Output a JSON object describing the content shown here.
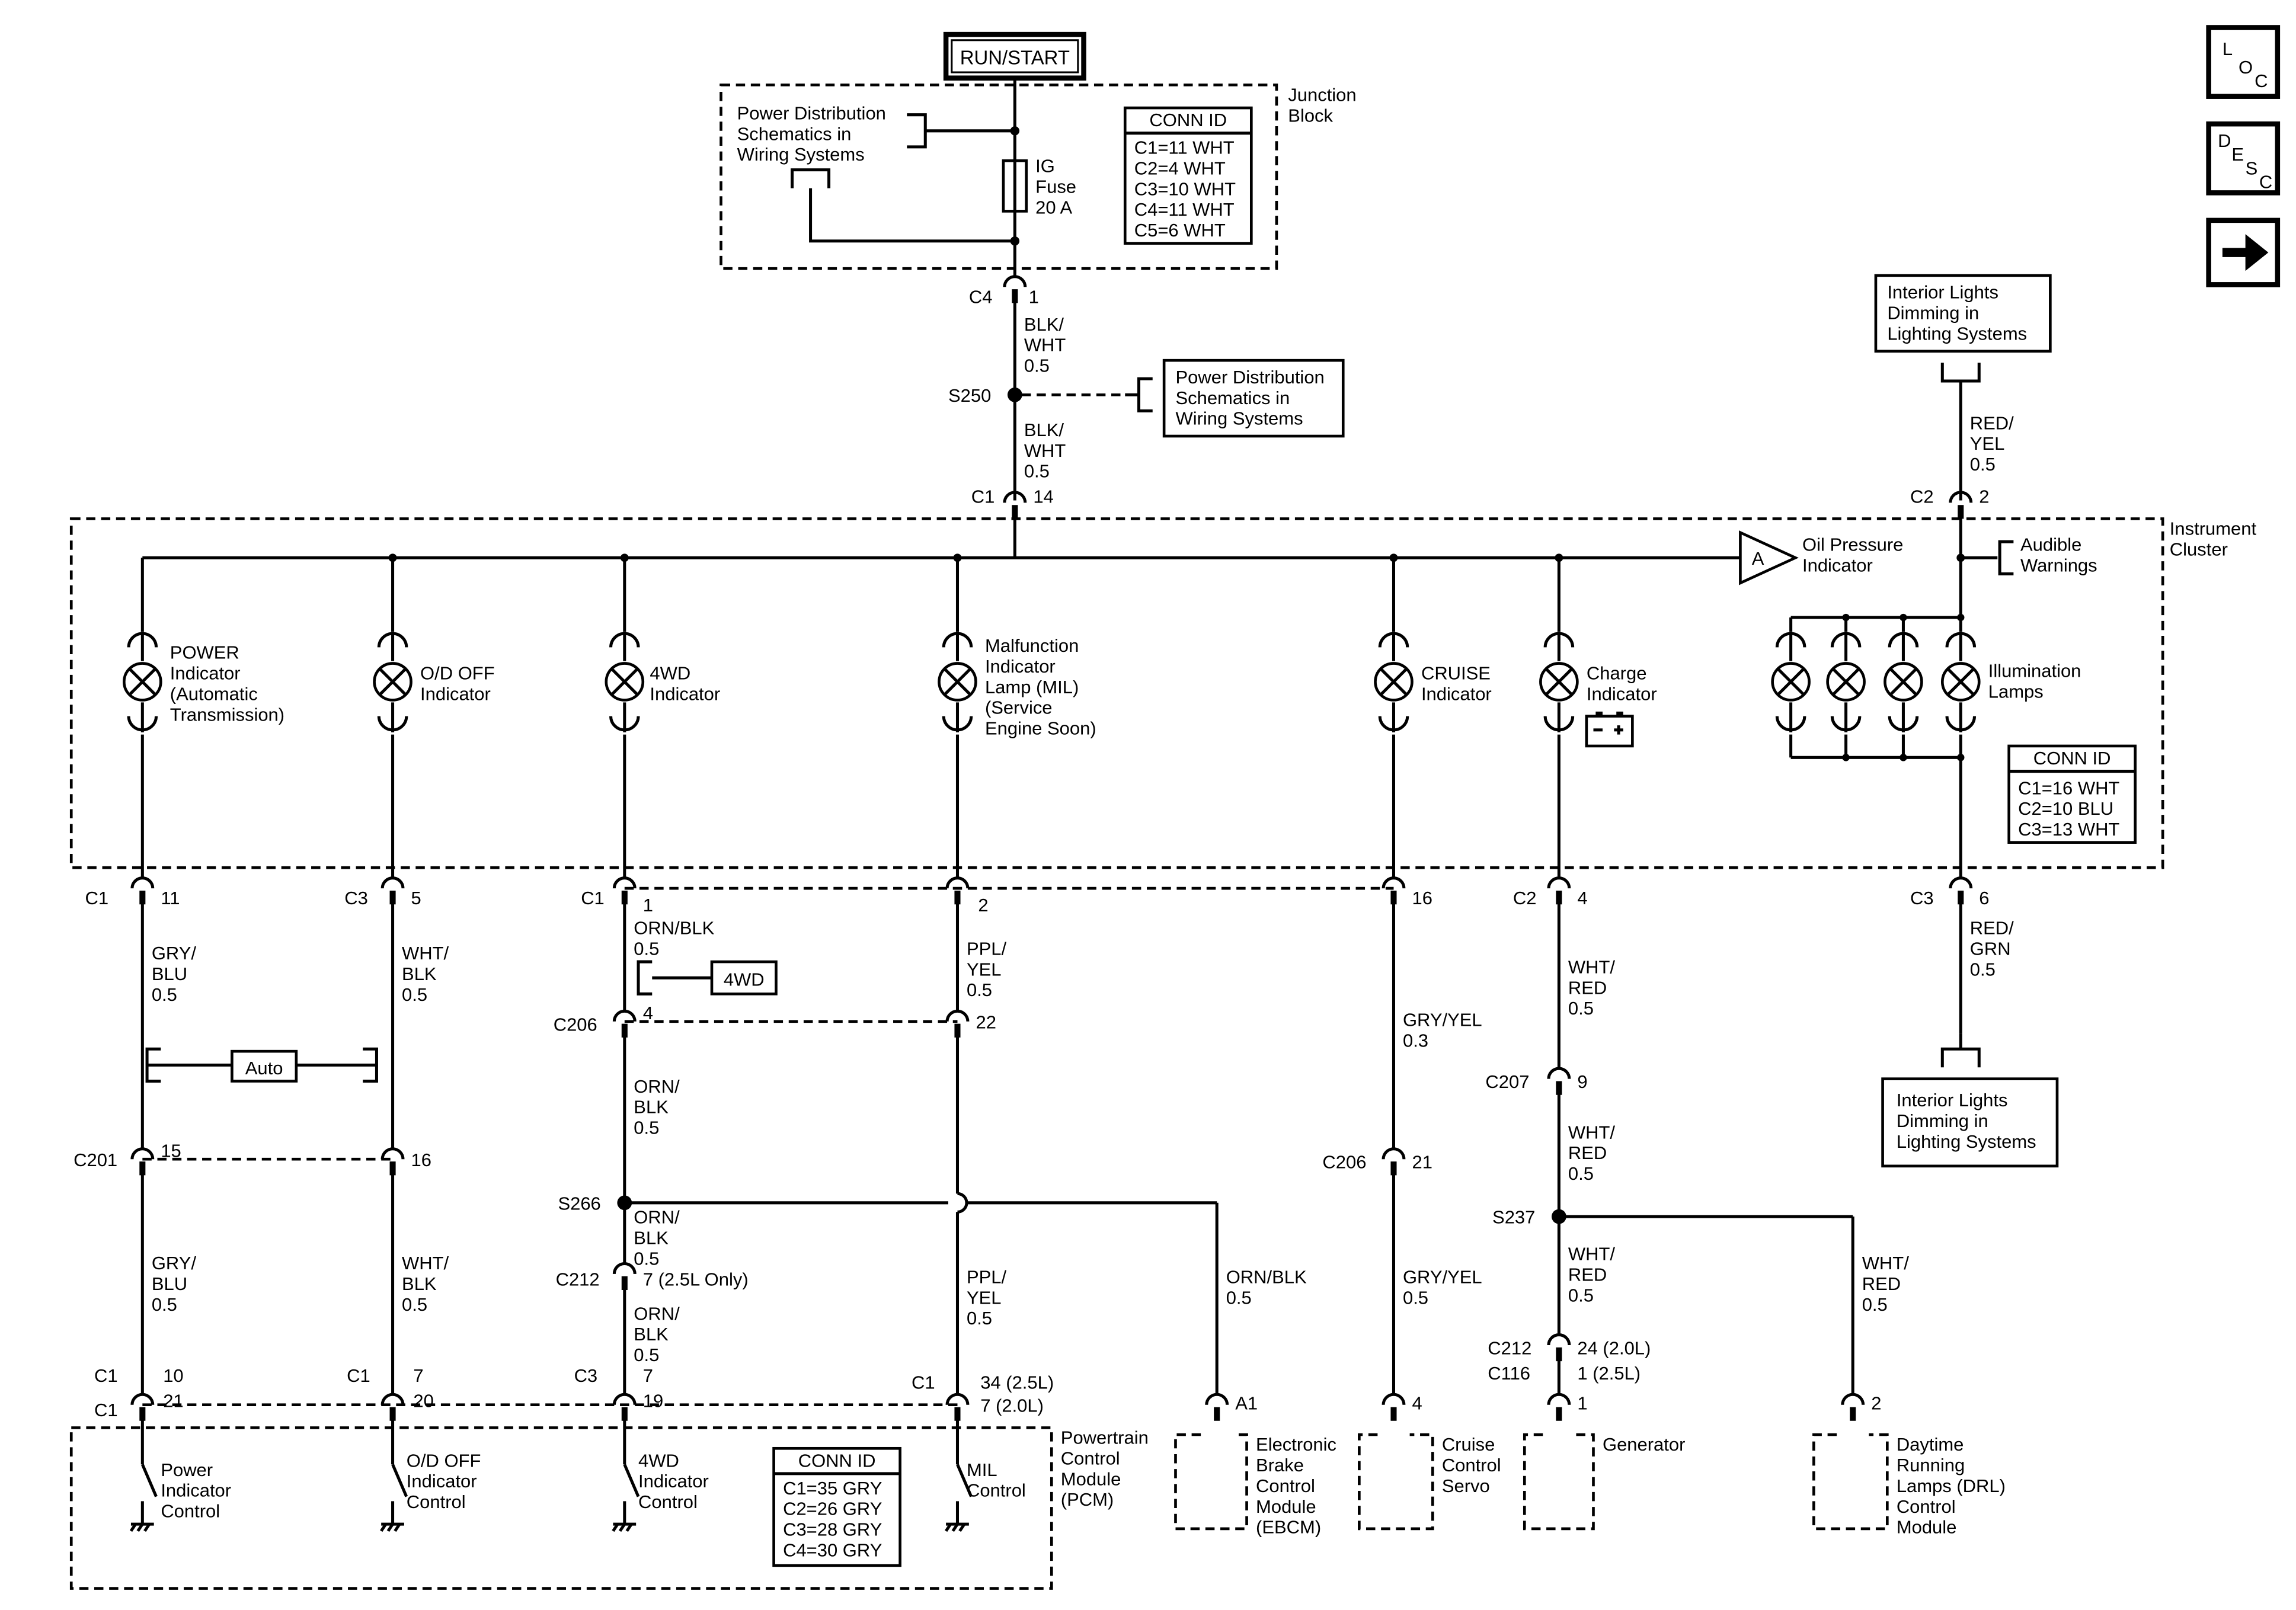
{
  "nav": {
    "loc": [
      "L",
      "O",
      "C"
    ],
    "desc": [
      "D",
      "E",
      "S",
      "C"
    ]
  },
  "power": {
    "title": "RUN/START"
  },
  "junction_block": {
    "label": [
      "Junction",
      "Block"
    ],
    "ref": [
      "Power Distribution",
      "Schematics in",
      "Wiring Systems"
    ],
    "fuse": [
      "IG",
      "Fuse",
      "20 A"
    ],
    "conn_title": "CONN ID",
    "conn": [
      "C1=11 WHT",
      "C2=4 WHT",
      "C3=10 WHT",
      "C4=11 WHT",
      "C5=6 WHT"
    ]
  },
  "feed": {
    "c4": "C4",
    "c4_pin": "1",
    "wire1": [
      "BLK/",
      "WHT",
      "0.5"
    ],
    "splice": "S250",
    "ref": [
      "Power Distribution",
      "Schematics in",
      "Wiring Systems"
    ],
    "wire2": [
      "BLK/",
      "WHT",
      "0.5"
    ],
    "c1": "C1",
    "c1_pin": "14"
  },
  "dimming_top": {
    "ref": [
      "Interior Lights",
      "Dimming in",
      "Lighting Systems"
    ],
    "wire": [
      "RED/",
      "YEL",
      "0.5"
    ],
    "c2": "C2",
    "c2_pin": "2"
  },
  "cluster": {
    "label": [
      "Instrument",
      "Cluster"
    ],
    "oil": {
      "letter": "A",
      "label": [
        "Oil Pressure",
        "Indicator"
      ]
    },
    "audible": [
      "Audible",
      "Warnings"
    ],
    "lamps": {
      "power": [
        "POWER",
        "Indicator",
        "(Automatic",
        "Transmission)"
      ],
      "od": [
        "O/D OFF",
        "Indicator"
      ],
      "fourwd": [
        "4WD",
        "Indicator"
      ],
      "mil": [
        "Malfunction",
        "Indicator",
        "Lamp (MIL)",
        "(Service",
        "Engine Soon)"
      ],
      "cruise": [
        "CRUISE",
        "Indicator"
      ],
      "charge": [
        "Charge",
        "Indicator"
      ],
      "illum": [
        "Illumination",
        "Lamps"
      ]
    },
    "conn_title": "CONN ID",
    "conn": [
      "C1=16 WHT",
      "C2=10 BLU",
      "C3=13 WHT"
    ]
  },
  "circuits": {
    "power": {
      "c_top": "C1",
      "pin_top": "11",
      "wire1": [
        "GRY/",
        "BLU",
        "0.5"
      ],
      "c201": "C201",
      "c201_pin": "15",
      "wire2": [
        "GRY/",
        "BLU",
        "0.5"
      ],
      "pcm_c_a": "C1",
      "pcm_pin_a": "10",
      "pcm_c_b": "C1",
      "pcm_pin_b": "21"
    },
    "auto": "Auto",
    "od": {
      "c_top": "C3",
      "pin_top": "5",
      "wire1": [
        "WHT/",
        "BLK",
        "0.5"
      ],
      "c201_pin": "16",
      "wire2": [
        "WHT/",
        "BLK",
        "0.5"
      ],
      "pcm_c_a": "C1",
      "pcm_pin_a": "7",
      "pcm_pin_b": "20"
    },
    "fourwd": {
      "c_top": "C1",
      "pin_top": "1",
      "wire1": [
        "ORN/BLK",
        "0.5"
      ],
      "opt": "4WD",
      "c206": "C206",
      "c206_pin": "4",
      "wire2": [
        "ORN/",
        "BLK",
        "0.5"
      ],
      "s266": "S266",
      "wire3": [
        "ORN/",
        "BLK",
        "0.5"
      ],
      "c212": "C212",
      "c212_pin": "7 (2.5L Only)",
      "wire4": [
        "ORN/",
        "BLK",
        "0.5"
      ],
      "pcm_c": "C3",
      "pcm_pin_a": "7",
      "pcm_pin_b": "19"
    },
    "mil": {
      "pin_top": "2",
      "wire1": [
        "PPL/",
        "YEL",
        "0.5"
      ],
      "c206_pin": "22",
      "wire2": [
        "PPL/",
        "YEL",
        "0.5"
      ],
      "pcm_c": "C1",
      "pcm_pin_a": "34 (2.5L)",
      "pcm_pin_b": "7 (2.0L)"
    },
    "ebcm": {
      "wire": [
        "ORN/BLK",
        "0.5"
      ],
      "pin": "A1"
    },
    "cruise": {
      "pin_top": "16",
      "wire1": [
        "GRY/YEL",
        "0.3"
      ],
      "c206": "C206",
      "c206_pin": "21",
      "wire2": [
        "GRY/YEL",
        "0.5"
      ],
      "pin_bot": "4"
    },
    "charge": {
      "c_top": "C2",
      "pin_top": "4",
      "wire1": [
        "WHT/",
        "RED",
        "0.5"
      ],
      "c207": "C207",
      "c207_pin": "9",
      "wire2": [
        "WHT/",
        "RED",
        "0.5"
      ],
      "s237": "S237",
      "wire3": [
        "WHT/",
        "RED",
        "0.5"
      ],
      "c212": "C212",
      "c212_pin": "24 (2.0L)",
      "c116": "C116",
      "c116_pin": "1 (2.5L)",
      "pin_bot": "1"
    },
    "drl": {
      "wire": [
        "WHT/",
        "RED",
        "0.5"
      ],
      "pin": "2"
    },
    "illum": {
      "c_top": "C3",
      "pin_top": "6",
      "wire": [
        "RED/",
        "GRN",
        "0.5"
      ]
    }
  },
  "dimming_bottom": {
    "ref": [
      "Interior Lights",
      "Dimming in",
      "Lighting Systems"
    ]
  },
  "pcm": {
    "label": [
      "Powertrain",
      "Control",
      "Module",
      "(PCM)"
    ],
    "controls": {
      "power": [
        "Power",
        "Indicator",
        "Control"
      ],
      "od": [
        "O/D OFF",
        "Indicator",
        "Control"
      ],
      "fourwd": [
        "4WD",
        "Indicator",
        "Control"
      ],
      "mil": [
        "MIL",
        "Control"
      ]
    },
    "conn_title": "CONN ID",
    "conn": [
      "C1=35 GRY",
      "C2=26 GRY",
      "C3=28 GRY",
      "C4=30 GRY"
    ]
  },
  "modules": {
    "ebcm": [
      "Electronic",
      "Brake",
      "Control",
      "Module",
      "(EBCM)"
    ],
    "cruise": [
      "Cruise",
      "Control",
      "Servo"
    ],
    "generator": [
      "Generator"
    ],
    "drl": [
      "Daytime",
      "Running",
      "Lamps (DRL)",
      "Control",
      "Module"
    ]
  }
}
